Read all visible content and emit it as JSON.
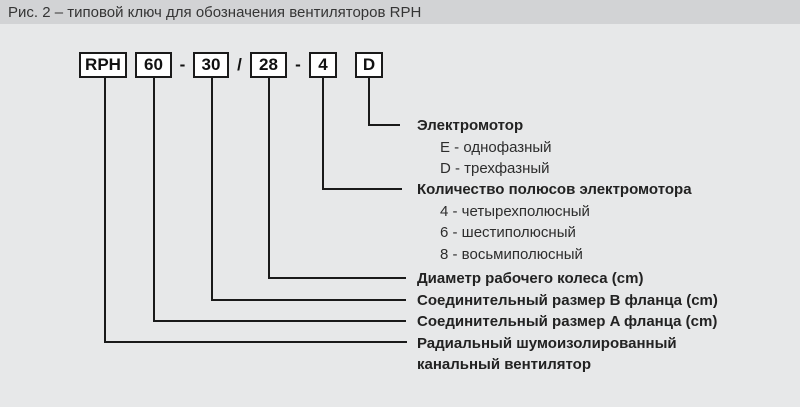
{
  "title": "Рис. 2 – типовой ключ для обозначения вентиляторов RPH",
  "code": {
    "box_rph": "RPH",
    "box_flange_a": "60",
    "sep1": "-",
    "box_flange_b": "30",
    "sep2": "/",
    "box_diameter": "28",
    "sep3": "-",
    "box_poles": "4",
    "box_motor": "D"
  },
  "legend": {
    "motor": {
      "heading": "Электромотор",
      "items": [
        "E - однофазный",
        "D - трехфазный"
      ]
    },
    "poles": {
      "heading": "Количество полюсов электромотора",
      "items": [
        "4 - четырехполюсный",
        "6 - шестиполюсный",
        "8 - восьмиполюсный"
      ]
    },
    "impeller": {
      "heading": "Диаметр рабочего колеса (cm)"
    },
    "flange_b": {
      "heading": "Соединительный размер B фланца (cm)"
    },
    "flange_a": {
      "heading": "Соединительный размер A фланца (cm)"
    },
    "fan_type": {
      "heading": "Радиальный шумоизолированный канальный вентилятор"
    }
  },
  "colors": {
    "page_bg": "#e7e8e9",
    "caption_bg": "#d2d3d5",
    "line": "#1a1a1a",
    "box_bg": "#ffffff",
    "text": "#2d2d2d"
  }
}
